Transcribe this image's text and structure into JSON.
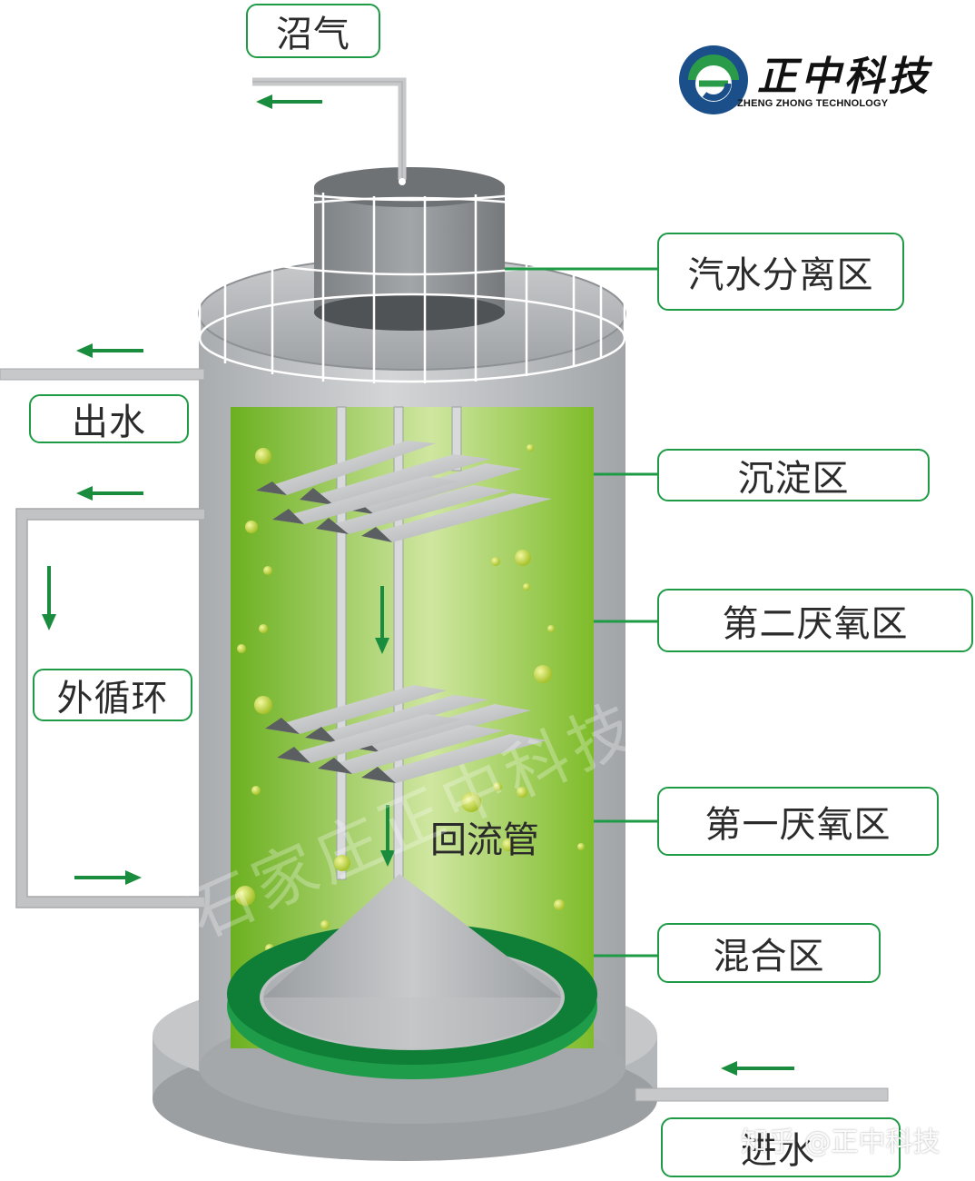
{
  "logo": {
    "cn": "正中科技",
    "en": "ZHENG ZHONG TECHNOLOGY",
    "icon": "zz-logo-icon"
  },
  "labels": {
    "biogas": "沼气",
    "separation": "汽水分离区",
    "outflow": "出水",
    "sedimentation": "沉淀区",
    "second_anaerobic": "第二厌氧区",
    "external_circulation": "外循环",
    "first_anaerobic": "第一厌氧区",
    "mixing": "混合区",
    "inflow": "进水",
    "return_pipe": "回流管"
  },
  "watermark": {
    "corner": "知乎 @正中科技",
    "diagonal": "石家庄正中科技"
  },
  "colors": {
    "accent_green": "#1f9a45",
    "tank_gray": "#b9bcbe",
    "liquid_green": "#7fbf2c",
    "base_green": "#0f8a3e"
  }
}
